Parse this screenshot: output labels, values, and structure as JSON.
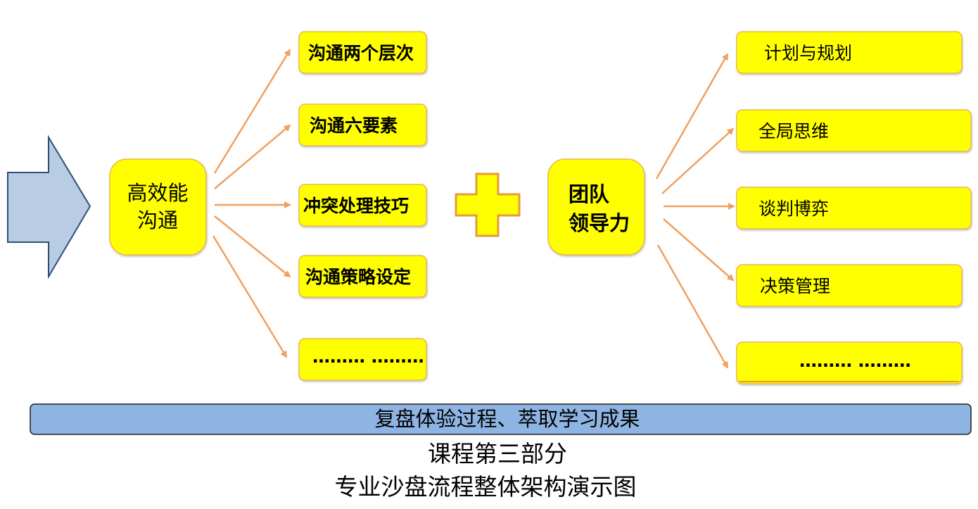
{
  "colors": {
    "box_fill": "#FFFF00",
    "box_stroke": "#E6B84D",
    "arrow": "#F0A060",
    "big_arrow_fill": "#B8CCE4",
    "big_arrow_stroke": "#2F4F79",
    "plus_fill": "#FFFF00",
    "plus_stroke": "#E69A3C",
    "bar_fill": "#8EB4E3",
    "bar_stroke": "#1F1F1F"
  },
  "center_left": {
    "label_line1": "高效能",
    "label_line2": "沟通"
  },
  "center_right": {
    "label_line1": "团队",
    "label_line2": "领导力"
  },
  "left_branches": [
    {
      "label": "沟通两个层次"
    },
    {
      "label": "沟通六要素"
    },
    {
      "label": "冲突处理技巧"
    },
    {
      "label": "沟通策略设定"
    },
    {
      "label": "……… ………"
    }
  ],
  "right_branches": [
    {
      "label": "计划与规划"
    },
    {
      "label": "全局思维"
    },
    {
      "label": "谈判博弈"
    },
    {
      "label": "决策管理"
    },
    {
      "label": "……… ………"
    }
  ],
  "summary_bar": {
    "label": "复盘体验过程、萃取学习成果"
  },
  "caption": {
    "line1": "课程第三部分",
    "line2": "专业沙盘流程整体架构演示图"
  }
}
